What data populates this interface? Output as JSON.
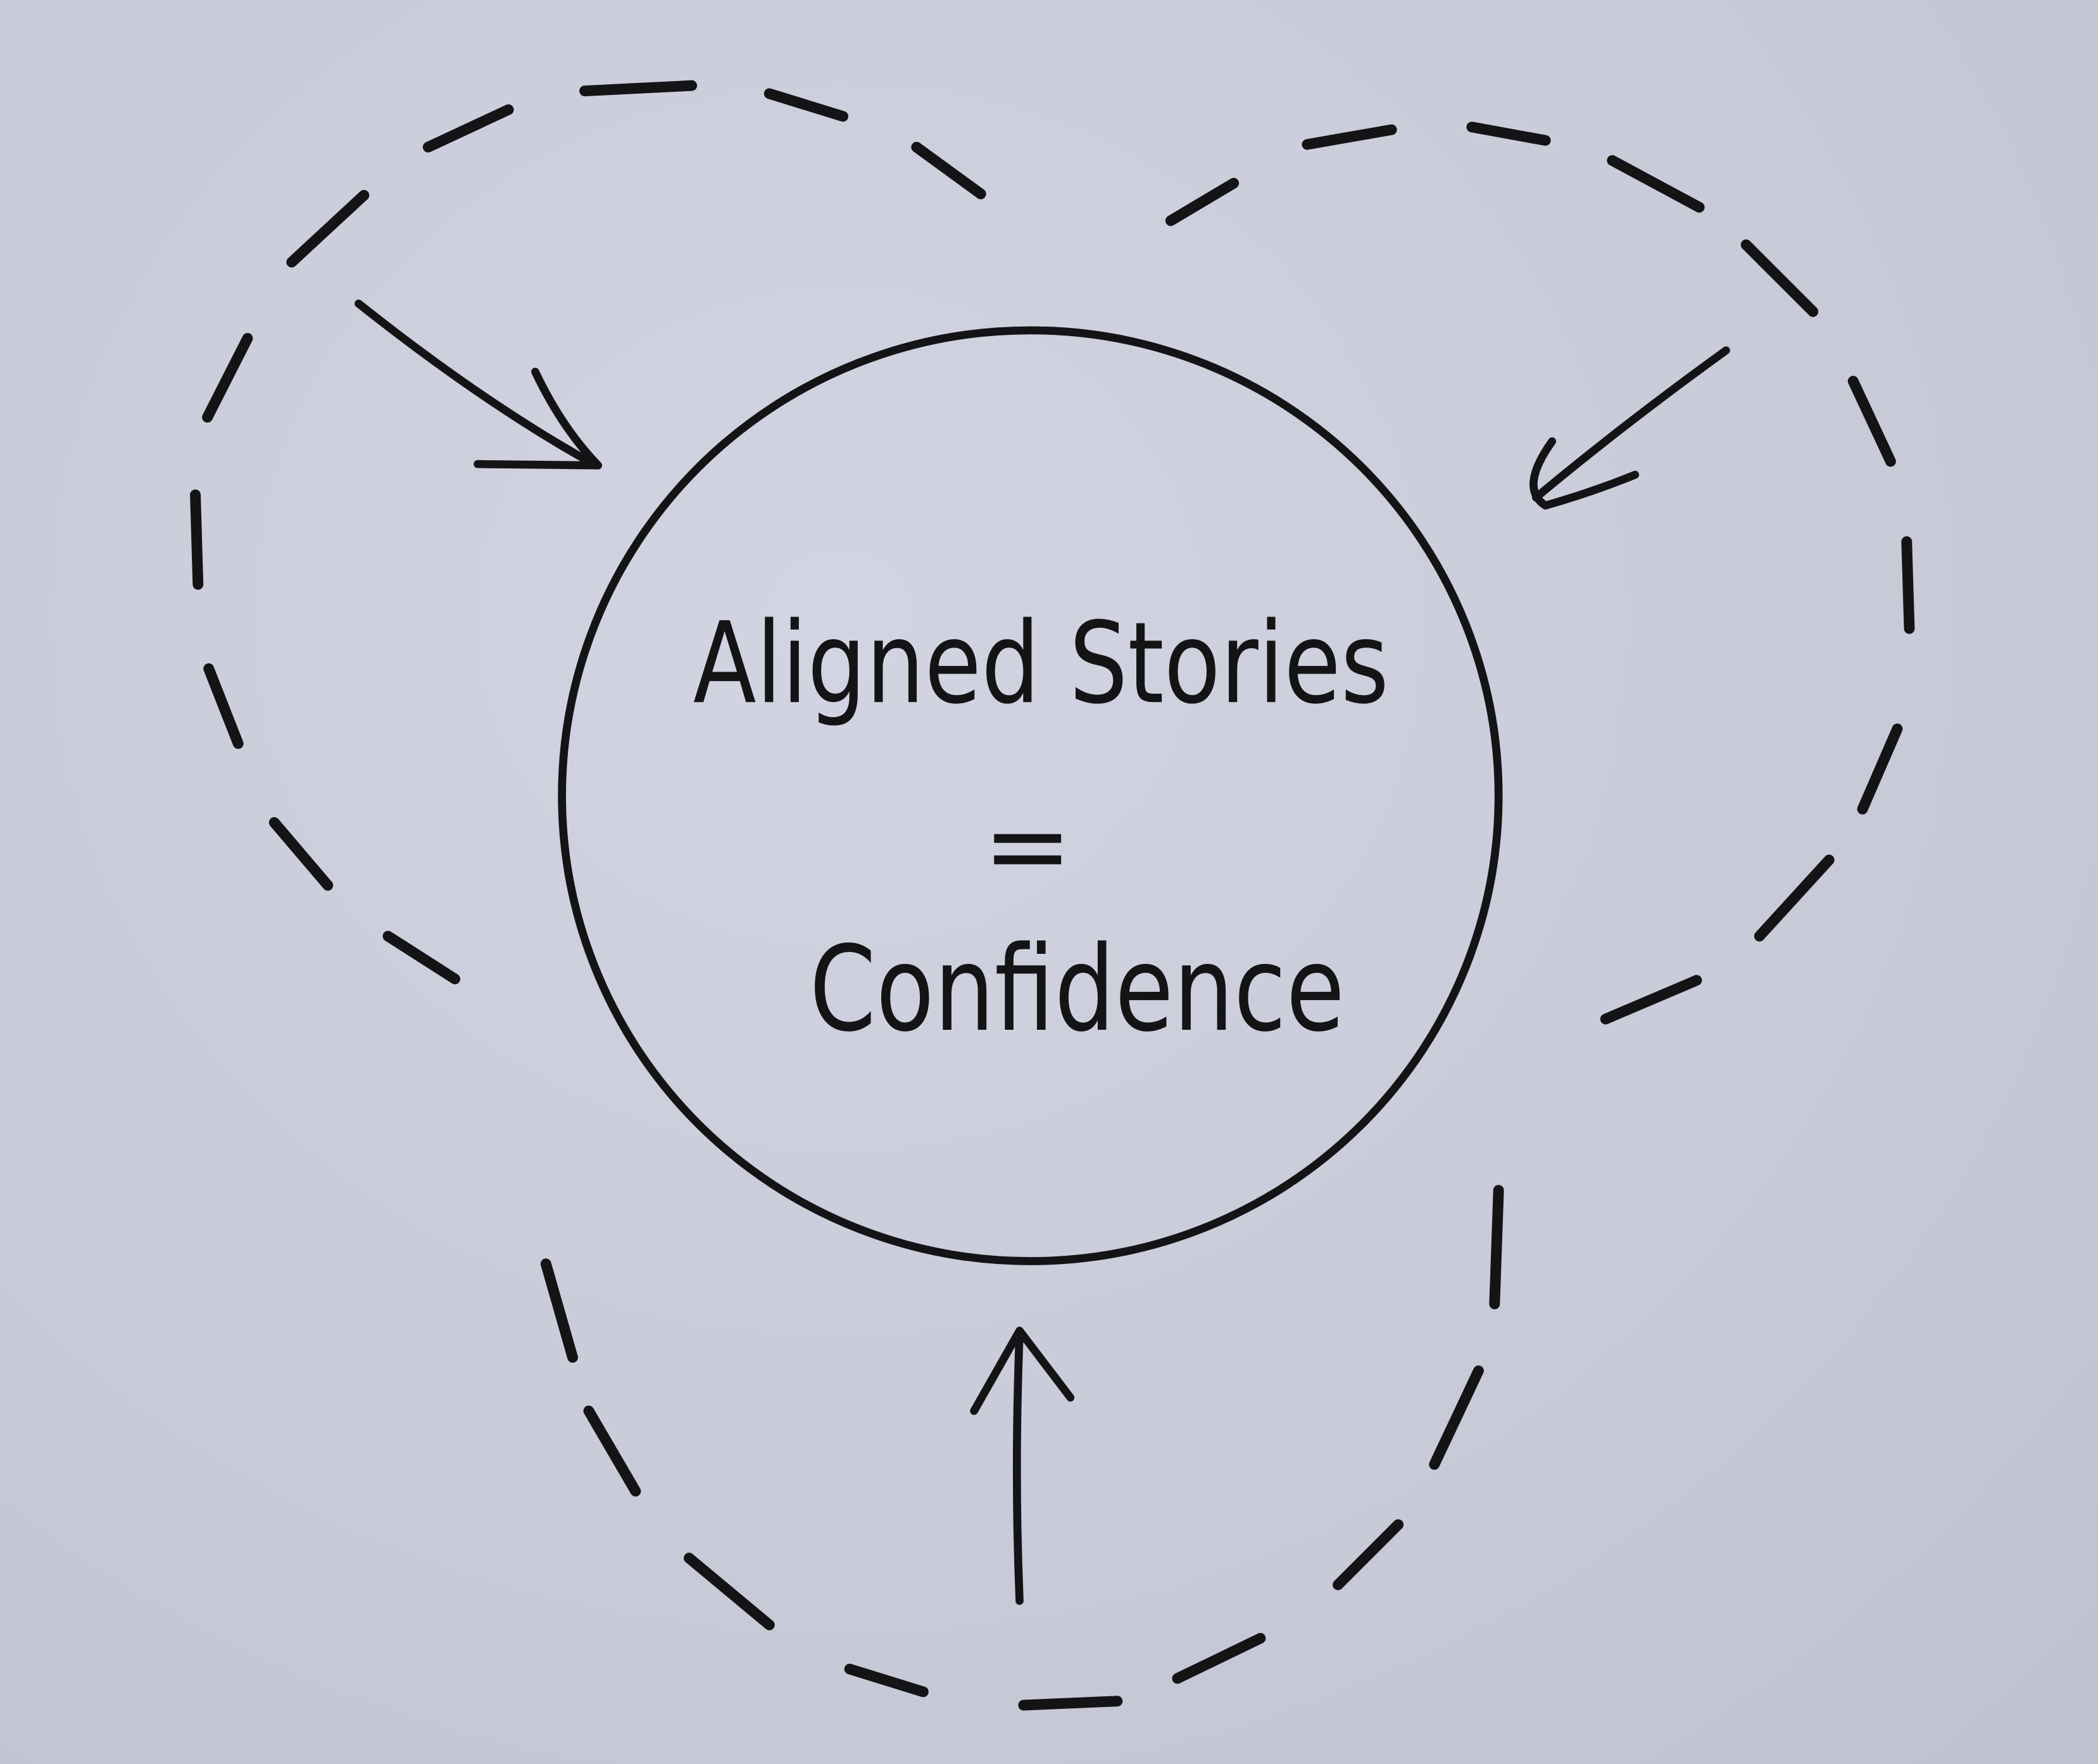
{
  "diagram": {
    "center_text": {
      "line1": "Aligned Stories",
      "line2": "=",
      "line3": "Confidence"
    },
    "ink_color": "#141416",
    "paper_color": "#c9ccda",
    "loops": [
      "top-left-loop",
      "top-right-loop",
      "bottom-loop"
    ],
    "arrows": [
      "top-left-arrow",
      "top-right-arrow",
      "bottom-arrow"
    ]
  }
}
